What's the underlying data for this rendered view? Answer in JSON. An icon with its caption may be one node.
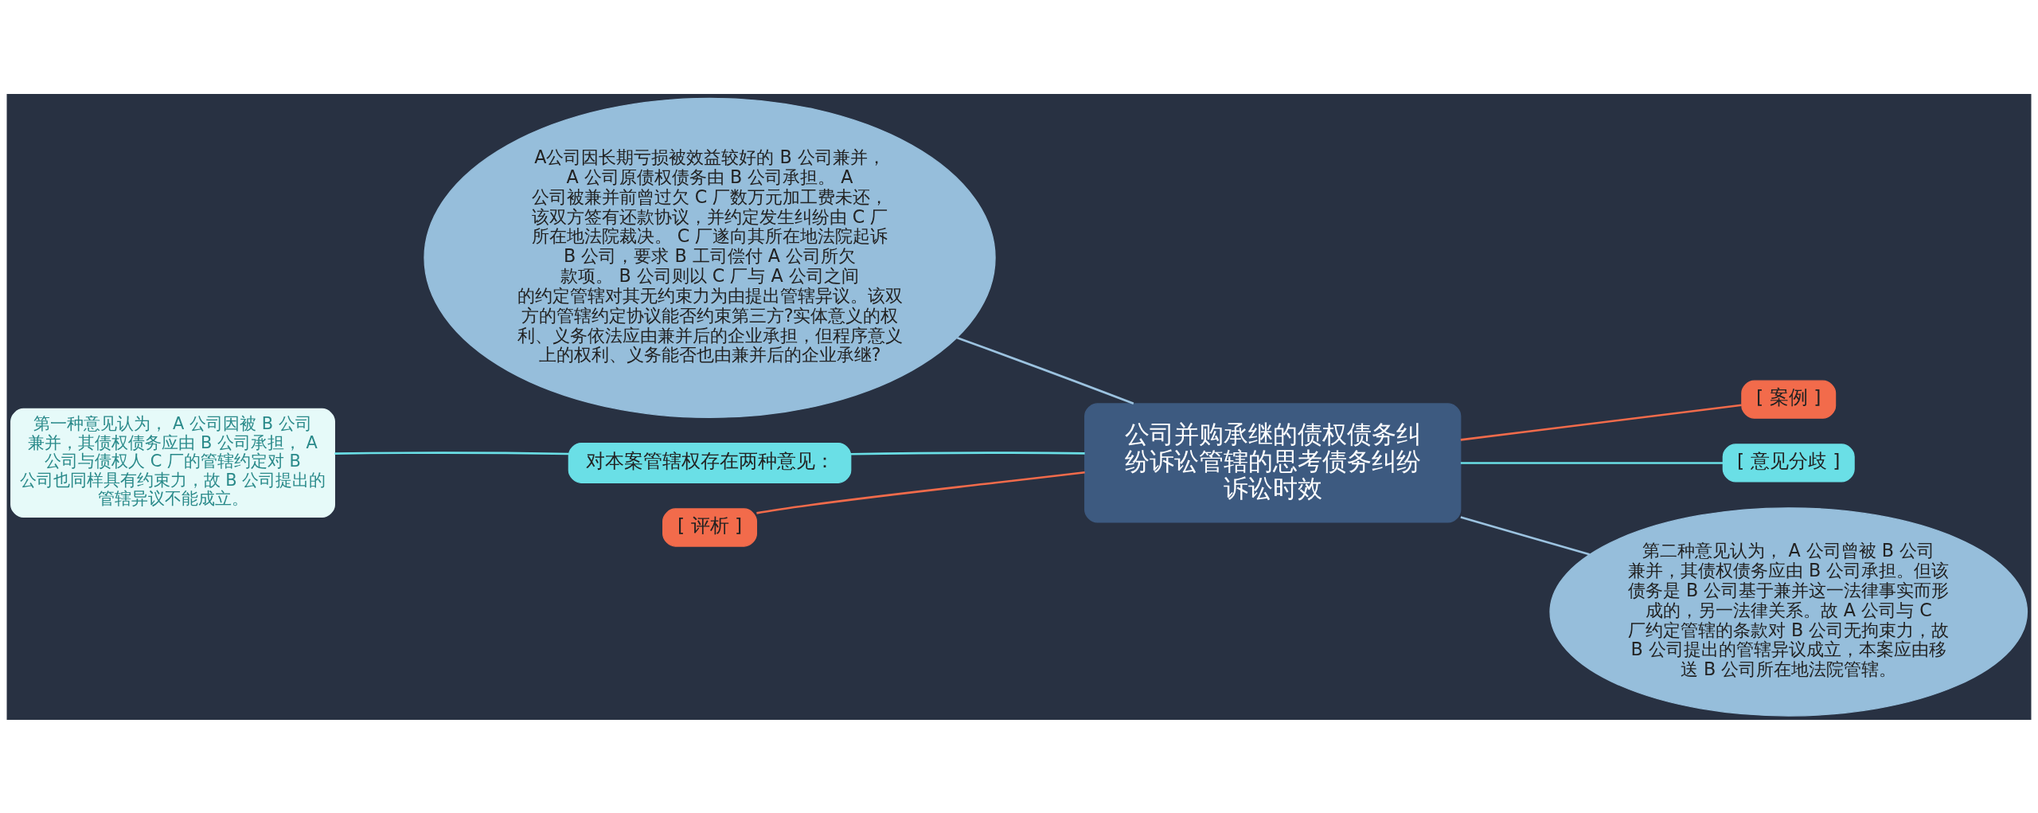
{
  "diagram": {
    "nodes": [
      {
        "text": [
          "公司并购承继的债权债务纠纷诉讼管辖的思考债务纠纷诉讼时效"
        ]
      },
      {
        "text": [
          "A公司因长期亏损被效益较好的 B 公司兼并， A 公司原债权债务由 B 公司承担。 A 公司被兼并前曾过欠 C 厂数万元加工费未还，该双方签有还款协议，并约定发生纠纷由 C 厂所在地法院裁决。 C 厂遂向其所在地法院起诉 B 公司，要求 B 工司偿付 A 公司所欠款项。 B 公司则以 C 厂与 A 公司之间的约定管辖对其无约束力为由提出管辖异议。该双方的管辖约定协议能否约束第三方?实体意义的权利、义务依法应由兼并后的企业承担，但程序意义上的权利、义务能否也由兼并后的企业承继?"
        ]
      },
      {
        "text": [
          "[ 案例 ]"
        ]
      },
      {
        "text": [
          "[ 意见分歧 ]"
        ]
      },
      {
        "text": [
          "第二种意见认为， A 公司曾被 B 公司兼并，其债权债务应由 B 公司承担。但该债务是 B 公司基于兼并这一法律事实而形成的，另一法律关系。故 A 公司与 C 厂约定管辖的条款对 B 公司无拘束力，故 B 公司提出的管辖异议成立，本案应由移送 B 公司所在地法院管辖。"
        ]
      },
      {
        "text": [
          "对本案管辖权存在两种意见："
        ]
      },
      {
        "text": [
          "第一种意见认为， A 公司因被 B 公司兼并，其债权债务应由 B 公司承担， A 公司与债权人 C 厂的管辖约定对 B 公司也同样具有约束力，故 B 公司提出的管辖异议不能成立。"
        ]
      },
      {
        "text": [
          "[ 评析 ]"
        ]
      }
    ],
    "edges": [
      {
        "from": 0,
        "to": 1,
        "arrow": "none",
        "color": "#9cc3e0"
      },
      {
        "from": 0,
        "to": 2,
        "arrow": "none",
        "color": "#f26b4b"
      },
      {
        "from": 0,
        "to": 3,
        "arrow": "none"
      },
      {
        "from": 0,
        "to": 4,
        "arrow": "none",
        "color": "#9cc3e0"
      },
      {
        "from": 0,
        "to": 5,
        "arrow": "none"
      },
      {
        "from": 5,
        "to": 6,
        "arrow": "none"
      },
      {
        "from": 0,
        "to": 7,
        "arrow": "none",
        "color": "#f26b4b"
      }
    ]
  }
}
